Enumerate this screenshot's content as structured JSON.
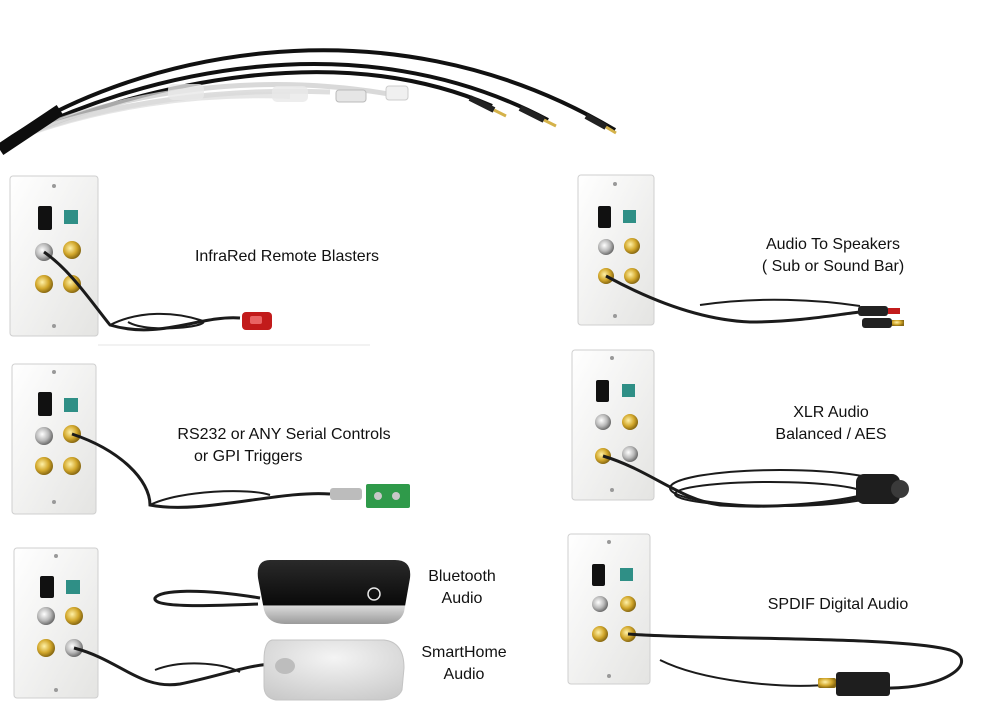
{
  "panels": [
    {
      "id": "ir",
      "lines": [
        "InfraRed Remote Blasters"
      ]
    },
    {
      "id": "rs232",
      "lines": [
        "RS232 or ANY Serial Controls",
        "or GPI Triggers"
      ]
    },
    {
      "id": "bluetooth",
      "lines": [
        "Bluetooth",
        "Audio"
      ]
    },
    {
      "id": "smarthome",
      "lines": [
        "SmartHome",
        "Audio"
      ]
    },
    {
      "id": "speakers",
      "lines": [
        "Audio To Speakers",
        "( Sub or Sound Bar)"
      ]
    },
    {
      "id": "xlr",
      "lines": [
        "XLR Audio",
        "Balanced / AES"
      ]
    },
    {
      "id": "spdif",
      "lines": [
        "SPDIF Digital Audio"
      ]
    }
  ],
  "colors": {
    "plate": "#f2f2f0",
    "cable": "#1b1b1b",
    "gold": "#c9a227",
    "teal": "#2f8f86",
    "ir_red": "#c21b1b",
    "terminal_green": "#2f9a4a"
  }
}
